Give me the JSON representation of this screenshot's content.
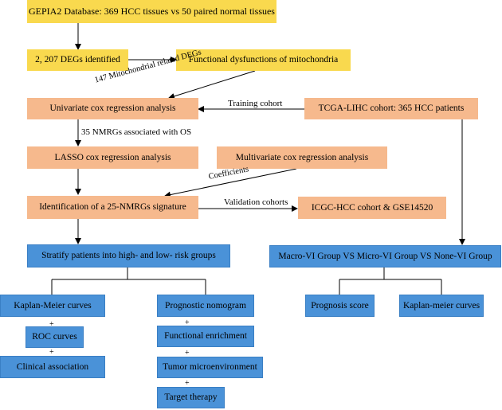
{
  "boxes": {
    "gepia": "GEPIA2 Database: 369 HCC tissues vs 50 paired normal tissues",
    "degs": "2, 207 DEGs identified",
    "mito": "Functional dysfunctions of mitochondria",
    "univariate": "Univariate cox regression analysis",
    "tcga": "TCGA-LIHC cohort: 365 HCC patients",
    "lasso": "LASSO cox regression analysis",
    "multivariate": "Multivariate cox regression analysis",
    "signature": "Identification of a 25-NMRGs signature",
    "icgc": "ICGC-HCC cohort & GSE14520",
    "stratify": "Stratify patients into high- and low- risk groups",
    "macro": "Macro-VI Group VS Micro-VI Group VS None-VI Group",
    "km": "Kaplan-Meier curves",
    "roc": "ROC curves",
    "clinical": "Clinical association",
    "nomogram": "Prognostic nomogram",
    "enrichment": "Functional enrichment",
    "tme": "Tumor microenvironment",
    "target": "Target therapy",
    "prognosis": "Prognosis score",
    "km2": "Kaplan-meier curves"
  },
  "labels": {
    "mito_degs": "147 Mitochondrial related DEGs",
    "training": "Training cohort",
    "nmrgs_os": "35 NMRGs associated with OS",
    "coefficients": "Coefficients",
    "validation": "Validation cohorts"
  },
  "plus_sign": "+",
  "colors": {
    "yellow": "#f9d94e",
    "peach": "#f6b98d",
    "blue": "#4a92d8",
    "line": "#000000"
  }
}
